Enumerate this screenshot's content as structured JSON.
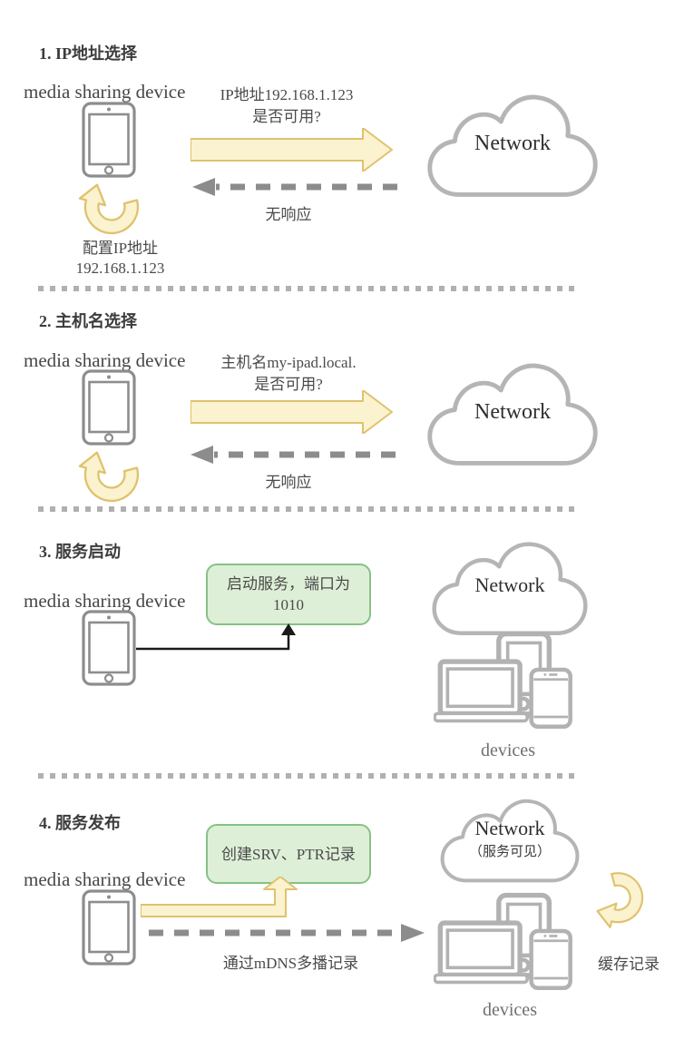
{
  "diagram_topic": "mDNS service discovery flow",
  "colors": {
    "arrow_yellow_fill": "#fbf2cf",
    "arrow_yellow_stroke": "#dfc26e",
    "note_green_fill": "#deefd7",
    "note_green_stroke": "#85c285",
    "icon_gray": "#b2b2b2",
    "device_gray": "#8d8d8d",
    "dashed_gray": "#8c8c8c",
    "text_dark": "#3c3c3c",
    "text_body": "#4a4a4a"
  },
  "sections": [
    {
      "title": "1. IP地址选择",
      "device_label": "media sharing device",
      "request_line1": "IP地址192.168.1.123",
      "request_line2": "是否可用?",
      "response_label": "无响应",
      "loop_label_line1": "配置IP地址",
      "loop_label_line2": "192.168.1.123",
      "cloud_label": "Network"
    },
    {
      "title": "2. 主机名选择",
      "device_label": "media sharing device",
      "request_line1": "主机名my-ipad.local.",
      "request_line2": "是否可用?",
      "response_label": "无响应",
      "cloud_label": "Network"
    },
    {
      "title": "3. 服务启动",
      "device_label": "media sharing device",
      "note_line1": "启动服务，端口为",
      "note_line2": "1010",
      "cloud_label": "Network",
      "devices_label": "devices"
    },
    {
      "title": "4. 服务发布",
      "device_label": "media sharing device",
      "note_line1": "创建SRV、PTR记录",
      "multicast_label": "通过mDNS多播记录",
      "cache_label": "缓存记录",
      "cloud_label": "Network",
      "cloud_sublabel": "（服务可见）",
      "devices_label": "devices"
    }
  ]
}
